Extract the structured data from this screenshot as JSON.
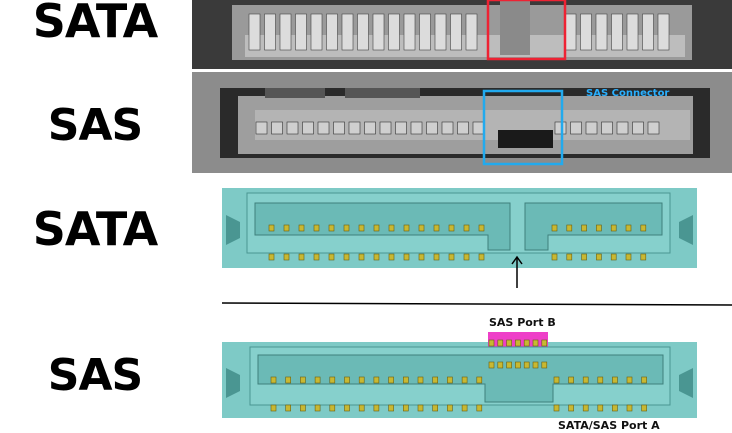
{
  "labels": {
    "photo_sata": "SATA",
    "photo_sas": "SAS",
    "diagram_sata": "SATA",
    "diagram_sas": "SAS"
  },
  "annotations": {
    "sas_connector": "SAS Connector",
    "sas_port_b": "SAS Port B",
    "port_a": "SATA/SAS Port A"
  },
  "colors": {
    "body": "#7ecac6",
    "body_dark": "#4a9692",
    "pin": "#c8b832",
    "port_b": "#ee3fc8",
    "sata_highlight": "#ee2233",
    "sas_highlight": "#22aaee"
  }
}
